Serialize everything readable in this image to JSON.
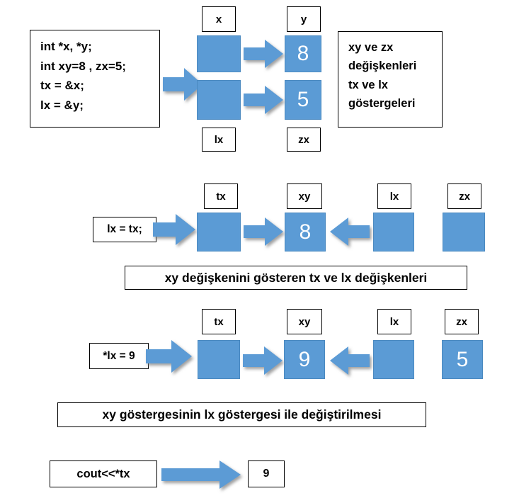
{
  "diagram": {
    "title_language": "tr",
    "colors": {
      "cell_fill": "#5B9BD5",
      "cell_stroke": "#4A89C0",
      "arrow_fill": "#5B9BD5",
      "box_stroke": "#000000",
      "page_bg": "#FFFFFF"
    },
    "sections": [
      {
        "id": "section-1",
        "code_lines": [
          "int *x, *y;",
          "int xy=8 , zx=5;",
          "tx = &x;",
          "lx = &y;"
        ],
        "labels_top": [
          "x",
          "y"
        ],
        "labels_bottom": [
          "lx",
          "zx"
        ],
        "cells": [
          {
            "name": "pointer-x",
            "value": ""
          },
          {
            "name": "value-y",
            "value": "8"
          },
          {
            "name": "pointer-lx",
            "value": ""
          },
          {
            "name": "value-zx",
            "value": "5"
          }
        ],
        "note_lines": [
          "xy ve zx",
          "değişkenleri",
          "tx ve lx",
          "göstergeleri"
        ]
      },
      {
        "id": "section-2",
        "statement": "lx = tx;",
        "labels": [
          "tx",
          "xy",
          "lx",
          "zx"
        ],
        "cells": [
          {
            "name": "cell-tx",
            "value": ""
          },
          {
            "name": "cell-xy",
            "value": "8"
          },
          {
            "name": "cell-lx",
            "value": ""
          },
          {
            "name": "cell-zx",
            "value": ""
          }
        ],
        "caption": "xy değişkenini gösteren tx ve lx değişkenleri"
      },
      {
        "id": "section-3",
        "statement": "*lx = 9",
        "labels": [
          "tx",
          "xy",
          "lx",
          "zx"
        ],
        "cells": [
          {
            "name": "cell-tx",
            "value": ""
          },
          {
            "name": "cell-xy",
            "value": "9"
          },
          {
            "name": "cell-lx",
            "value": ""
          },
          {
            "name": "cell-zx",
            "value": "5"
          }
        ],
        "caption": "xy göstergesinin lx göstergesi ile değiştirilmesi"
      },
      {
        "id": "section-4",
        "statement": "cout<<*tx",
        "output": "9"
      }
    ]
  }
}
